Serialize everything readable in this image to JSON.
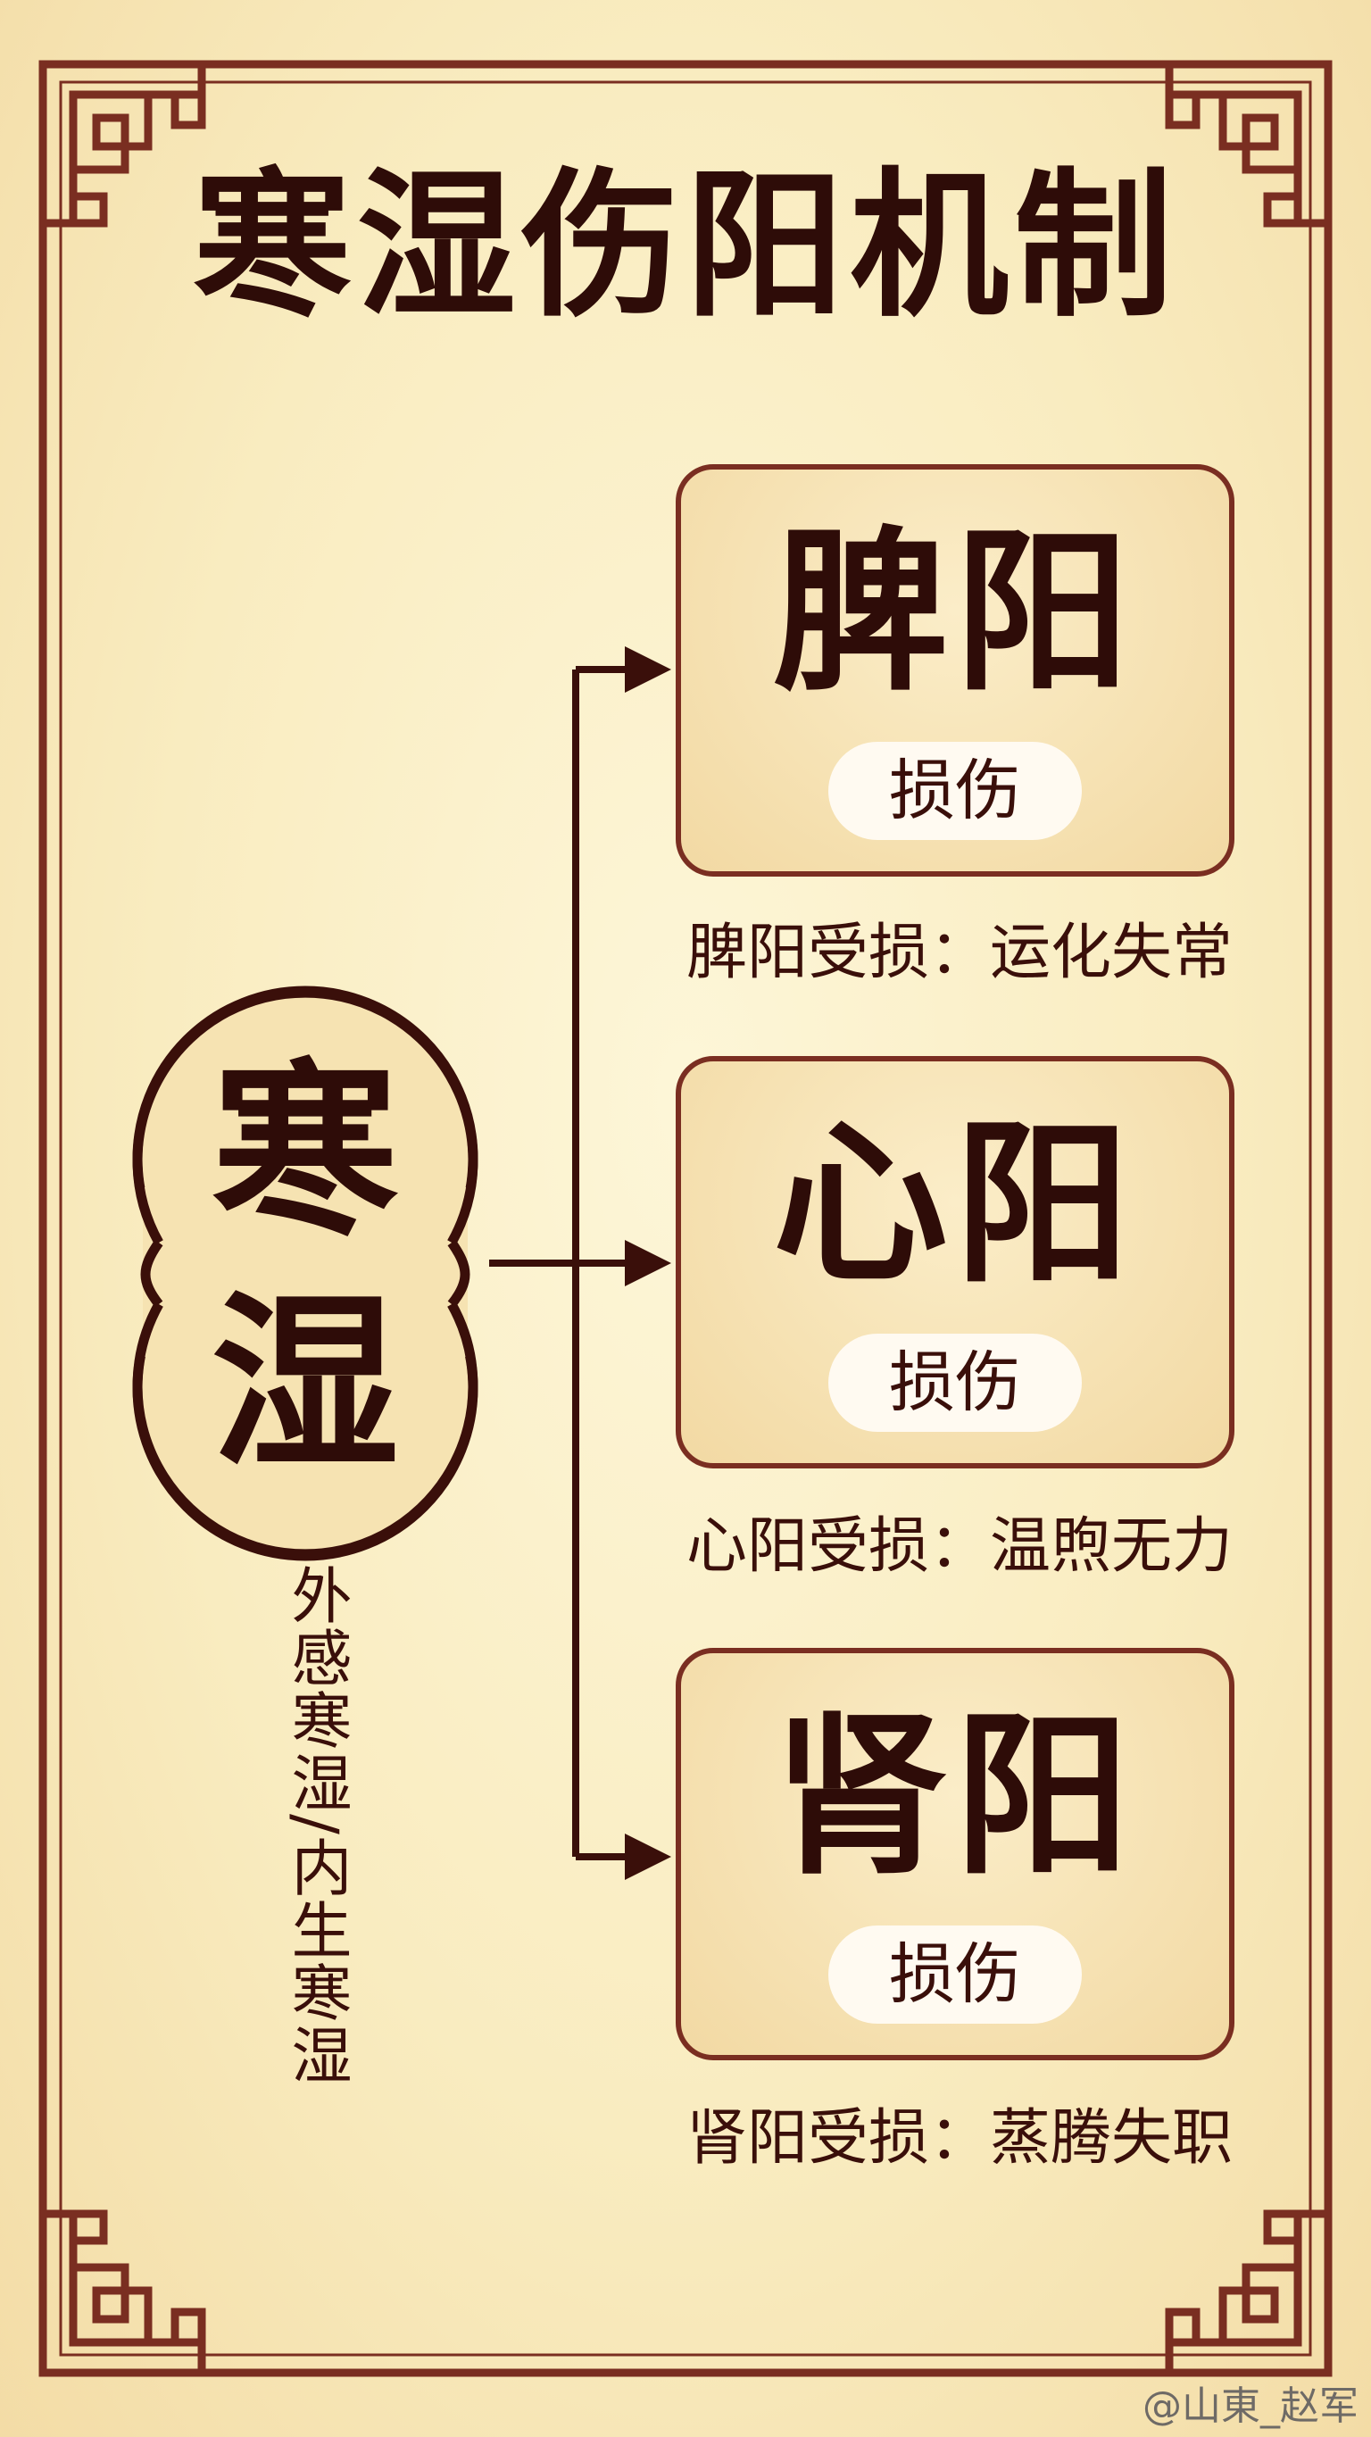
{
  "title": "寒湿伤阳机制",
  "source": {
    "char_top": "寒",
    "char_bottom": "湿",
    "note": "外感寒湿/内生寒湿"
  },
  "targets": [
    {
      "name": "脾阳",
      "badge": "损伤",
      "caption": "脾阳受损：运化失常"
    },
    {
      "name": "心阳",
      "badge": "损伤",
      "caption": "心阳受损：温煦无力"
    },
    {
      "name": "肾阳",
      "badge": "损伤",
      "caption": "肾阳受损：蒸腾失职"
    }
  ],
  "watermark": "@山東_赵军",
  "colors": {
    "background": "#f9ecc0",
    "frame": "#7a2e21",
    "text": "#2e0c08",
    "badge": "#fffaf1"
  }
}
